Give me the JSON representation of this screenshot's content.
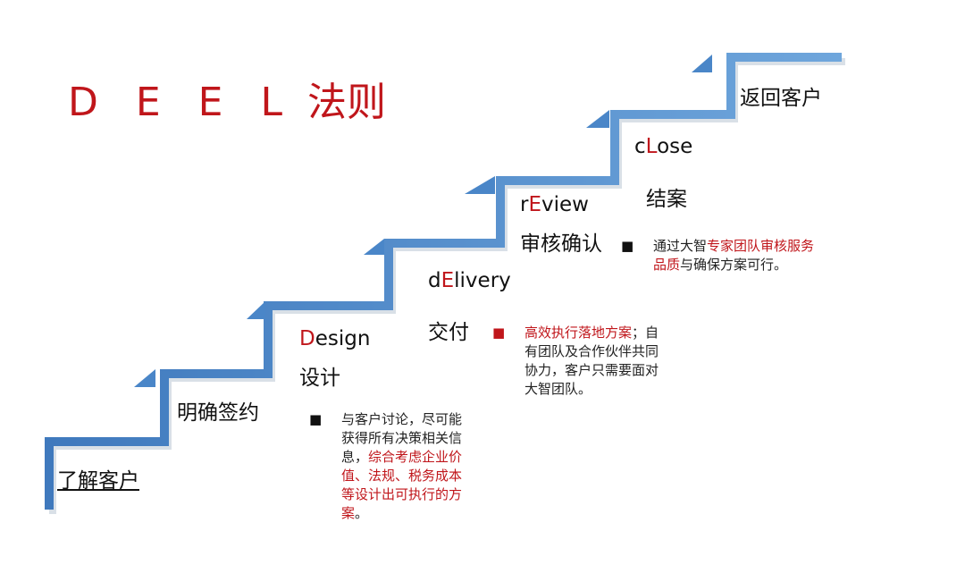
{
  "title": {
    "latin": "D E E L",
    "chinese": "法则"
  },
  "colors": {
    "accent_red": "#c0161b",
    "stair_blue": "#4a86c8"
  },
  "steps": [
    {
      "label": "了解客户"
    },
    {
      "label": "明确签约"
    },
    {
      "lead": "D",
      "rest": "esign",
      "cn": "设计"
    },
    {
      "pre": "d",
      "lead": "E",
      "rest": "livery",
      "cn": "交付"
    },
    {
      "pre": "r",
      "lead": "E",
      "rest": "view",
      "cn": "审核确认"
    },
    {
      "pre": "c",
      "lead": "L",
      "rest": "ose",
      "cn": "结案"
    },
    {
      "label": "返回客户"
    }
  ],
  "notes": {
    "design": {
      "bullet": "■",
      "lines": [
        [
          {
            "t": "与客户讨论，尽可能",
            "red": false
          }
        ],
        [
          {
            "t": "获得所有决策相关信",
            "red": false
          }
        ],
        [
          {
            "t": "息，",
            "red": false
          },
          {
            "t": "综合考虑企业价",
            "red": true
          }
        ],
        [
          {
            "t": "值、法规、税务成本",
            "red": true
          }
        ],
        [
          {
            "t": "等设计出可执行的方",
            "red": true
          }
        ],
        [
          {
            "t": "案",
            "red": true
          },
          {
            "t": "。",
            "red": false
          }
        ]
      ]
    },
    "delivery": {
      "bullet": "■",
      "lines": [
        [
          {
            "t": "高效执行落地方案",
            "red": true
          },
          {
            "t": "；自",
            "red": false
          }
        ],
        [
          {
            "t": "有团队及合作伙伴共同",
            "red": false
          }
        ],
        [
          {
            "t": "协力，客户只需要面对",
            "red": false
          }
        ],
        [
          {
            "t": "大智团队。",
            "red": false
          }
        ]
      ]
    },
    "review": {
      "bullet": "■",
      "lines": [
        [
          {
            "t": "通过大智",
            "red": false
          },
          {
            "t": "专家团队审核服务",
            "red": true
          }
        ],
        [
          {
            "t": "品质",
            "red": true
          },
          {
            "t": "与确保方案可行。",
            "red": false
          }
        ]
      ]
    }
  }
}
